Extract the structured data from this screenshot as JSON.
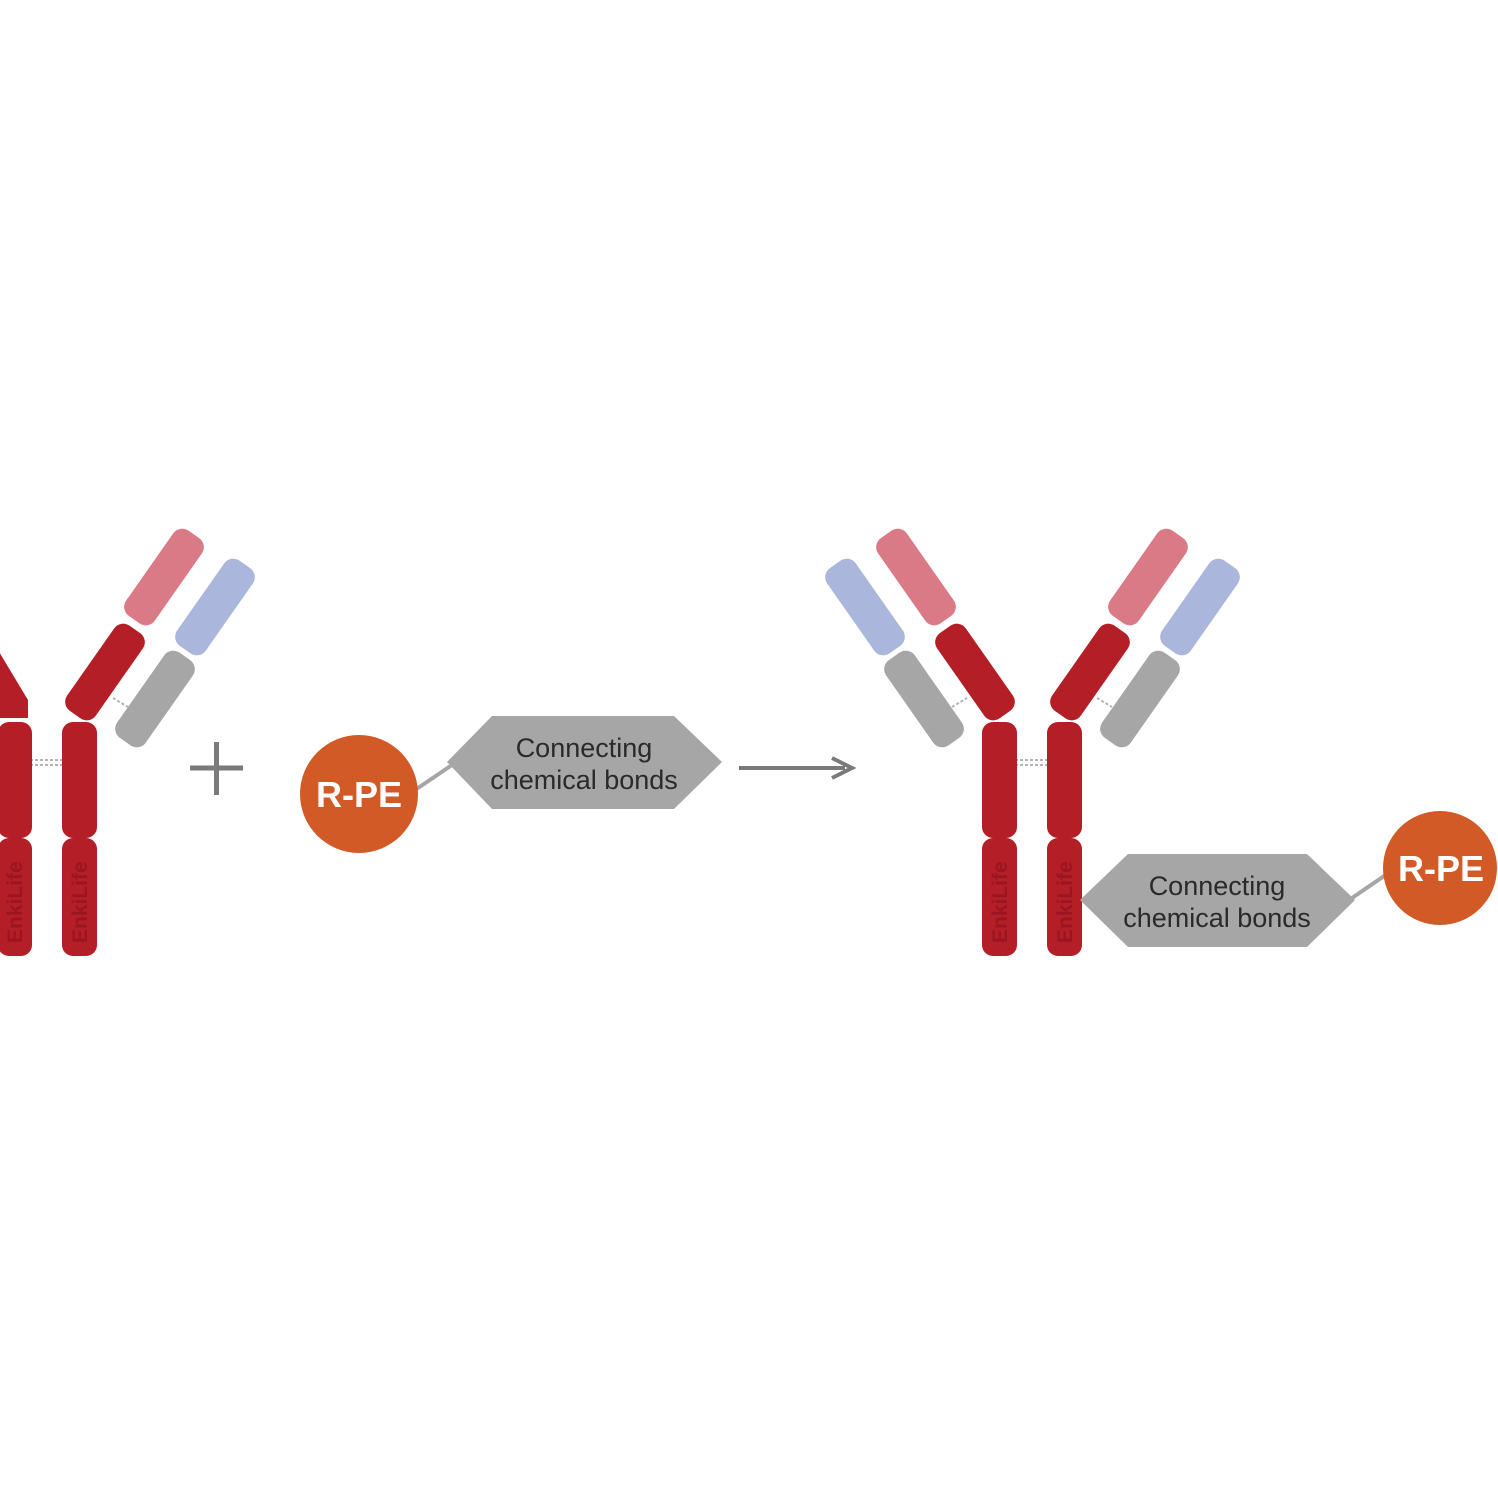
{
  "colors": {
    "heavy_chain": "#b41f27",
    "heavy_chain_variable": "#d97a86",
    "light_chain_variable": "#aab6dc",
    "light_chain_constant": "#a6a6a6",
    "linker_box": "#a6a6a6",
    "rpe_circle": "#d15a26",
    "arrow": "#7a7a7a",
    "watermark_text": "#9a1520"
  },
  "reactant": {
    "antibody_watermark": [
      "EnkiLife",
      "EnkiLife"
    ],
    "plus_symbol": "+",
    "rpe_label": "R-PE",
    "linker_label_line1": "Connecting",
    "linker_label_line2": "chemical bonds"
  },
  "product": {
    "antibody_watermark": [
      "EnkiLife",
      "EnkiLife"
    ],
    "linker_label_line1": "Connecting",
    "linker_label_line2": "chemical bonds",
    "rpe_label": "R-PE"
  },
  "icons": {
    "reaction_arrow": "right-arrow-icon"
  }
}
